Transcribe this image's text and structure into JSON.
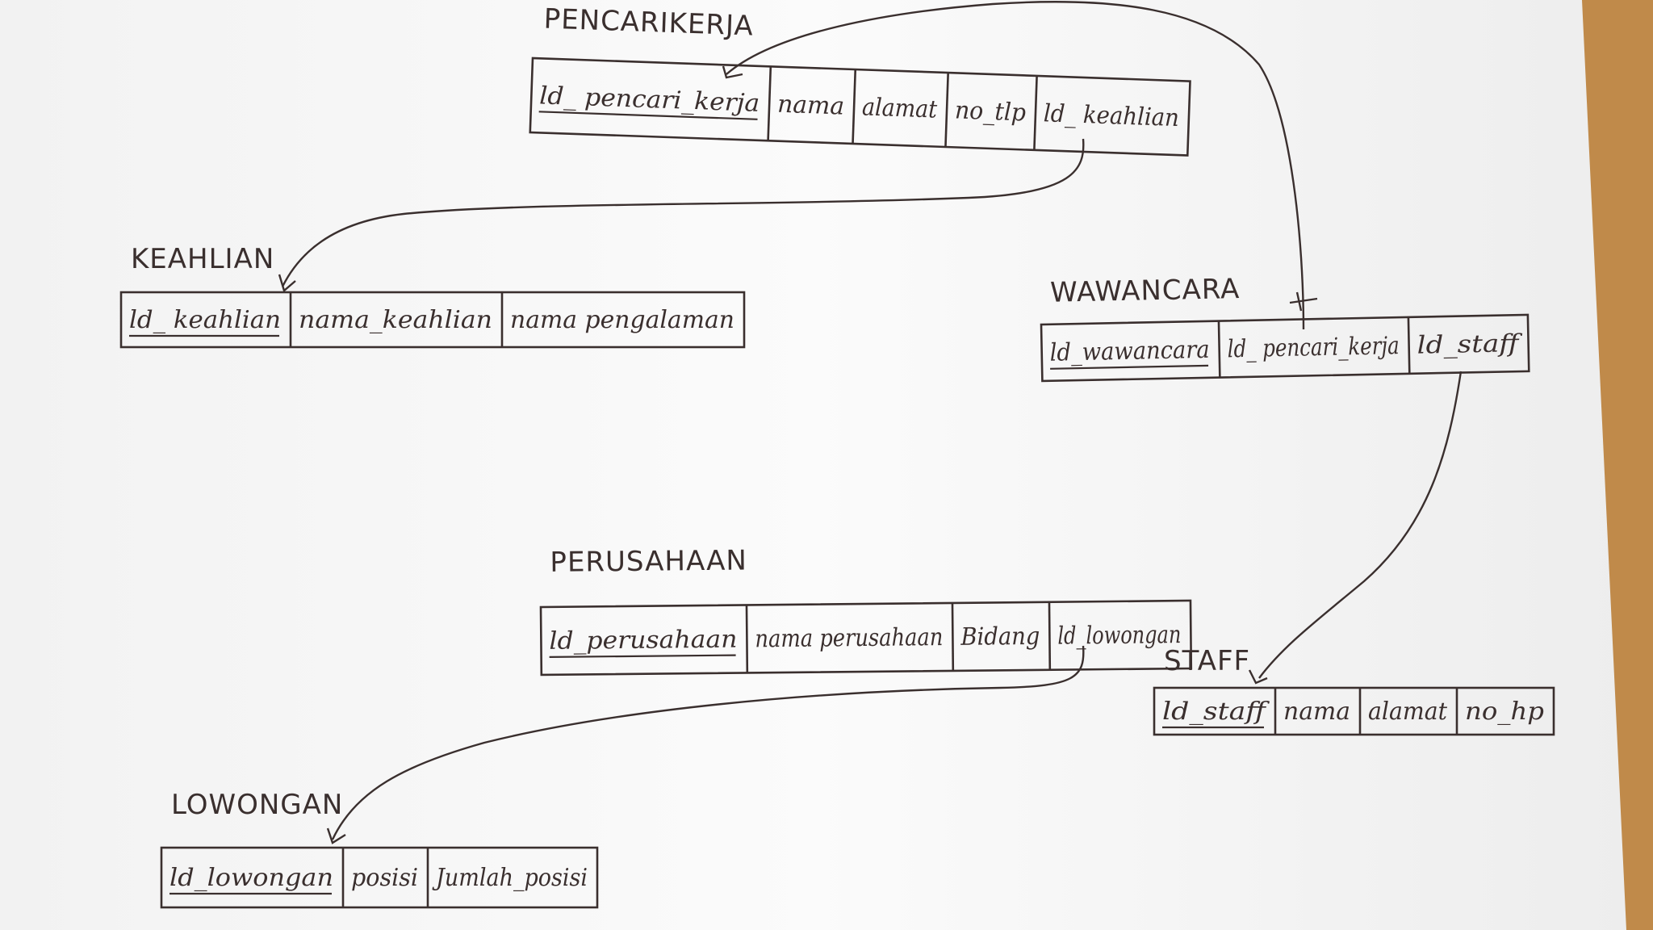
{
  "tables": [
    {
      "id": "pencari_kerja",
      "title": "PENCARIKERJA",
      "columns": [
        {
          "label": "ld_ pencari_kerja",
          "pk": true
        },
        {
          "label": "nama"
        },
        {
          "label": "alamat"
        },
        {
          "label": "no_tlp"
        },
        {
          "label": "ld_ keahlian"
        }
      ]
    },
    {
      "id": "keahlian",
      "title": "KEAHLIAN",
      "columns": [
        {
          "label": "ld_ keahlian",
          "pk": true
        },
        {
          "label": "nama_keahlian"
        },
        {
          "label": "nama pengalaman"
        }
      ]
    },
    {
      "id": "wawancara",
      "title": "WAWANCARA",
      "columns": [
        {
          "label": "ld_wawancara",
          "pk": true
        },
        {
          "label": "ld_ pencari_kerja"
        },
        {
          "label": "ld_staff"
        }
      ]
    },
    {
      "id": "perusahaan",
      "title": "PERUSAHAAN",
      "columns": [
        {
          "label": "ld_perusahaan",
          "pk": true
        },
        {
          "label": "nama perusahaan"
        },
        {
          "label": "Bidang"
        },
        {
          "label": "ld_lowongan"
        }
      ]
    },
    {
      "id": "staff",
      "title": "STAFF",
      "columns": [
        {
          "label": "ld_staff",
          "pk": true
        },
        {
          "label": "nama"
        },
        {
          "label": "alamat"
        },
        {
          "label": "no_hp"
        }
      ]
    },
    {
      "id": "lowongan",
      "title": "LOWONGAN",
      "columns": [
        {
          "label": "ld_lowongan",
          "pk": true
        },
        {
          "label": "posisi"
        },
        {
          "label": "Jumlah_posisi"
        }
      ]
    }
  ],
  "relationships": [
    {
      "from": "pencari_kerja.ld_keahlian",
      "to": "keahlian.ld_keahlian"
    },
    {
      "from": "wawancara.ld_pencari_kerja",
      "to": "pencari_kerja.ld_pencari_kerja"
    },
    {
      "from": "wawancara.ld_staff",
      "to": "staff.ld_staff"
    },
    {
      "from": "perusahaan.ld_lowongan",
      "to": "lowongan.ld_lowongan"
    }
  ],
  "colors": {
    "ink": "#3a2f2e",
    "paper": "#fbfbfa",
    "desk": "#c08a4a"
  }
}
